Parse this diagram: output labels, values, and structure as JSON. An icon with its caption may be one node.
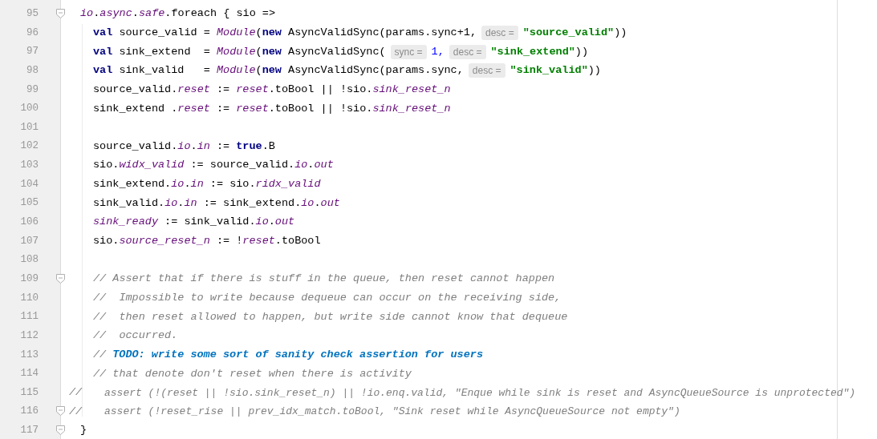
{
  "diagram": {
    "labels": [
      "95",
      "*io*.*async*.*safe*.foreach { sio =>",
      "96",
      "**val** source_valid = *Module*(**new** AsyncValidSync(params.sync+1,",
      "desc =",
      "\"source_valid\"",
      "))",
      "97",
      "**val** sink_extend  = *Module*(**new** AsyncValidSync(",
      "sync =",
      "1,",
      "desc =",
      "\"sink_extend\"",
      "))",
      "98",
      "**val** sink_valid   = *Module*(**new** AsyncValidSync(params.sync,",
      "desc =",
      "\"sink_valid\"",
      "))",
      "99",
      "source_valid.*reset* := *reset*.toBool || !sio.*sink_reset_n*",
      "100",
      "sink_extend .*reset* := *reset*.toBool || !sio.*sink_reset_n*",
      "101",
      "102",
      "source_valid.*io*.*in* := **true**.B",
      "103",
      "sio.*widx_valid* := source_valid.*io*.*out*",
      "104",
      "sink_extend.*io*.*in* := sio.*ridx_valid*",
      "105",
      "sink_valid.*io*.*in* := sink_extend.*io*.*out*",
      "106",
      "*sink_ready* := sink_valid.*io*.*out*",
      "107",
      "sio.*source_reset_n* := !*reset*.toBool",
      "108",
      "109",
      "// Assert that if there is stuff in the queue, then reset cannot happen",
      "110",
      "//  Impossible to write because dequeue can occur on the receiving side,",
      "111",
      "//  then reset allowed to happen, but write side cannot know that dequeue",
      "112",
      "//  occurred.",
      "113",
      "//",
      "TODO: write some sort of sanity check assertion for users",
      "114",
      "// that denote don't reset when there is activity",
      "115",
      "//",
      "assert (!(reset || !sio.sink_reset_n) || !io.enq.valid, \"Enque while sink is reset and AsyncQueueSource is unprotected\")",
      "116",
      "//",
      "assert (!reset_rise || prev_idx_match.toBool, \"Sink reset while AsyncQueueSource not empty\")",
      "117",
      "}"
    ]
  }
}
